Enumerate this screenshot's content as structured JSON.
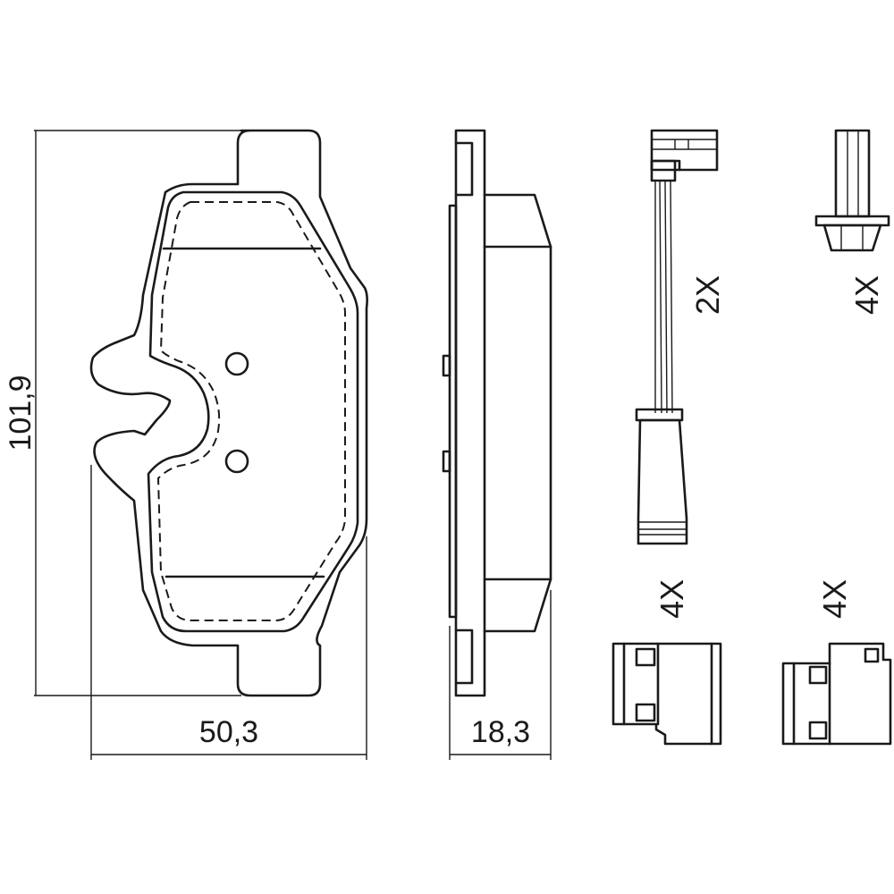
{
  "dimensions": {
    "height": "101,9",
    "width": "50,3",
    "thickness": "18,3"
  },
  "quantities": {
    "wear_sensor": "2X",
    "bolt": "4X",
    "clip_left": "4X",
    "clip_right": "4X"
  },
  "colors": {
    "line": "#1a1a1a",
    "background": "#ffffff"
  }
}
